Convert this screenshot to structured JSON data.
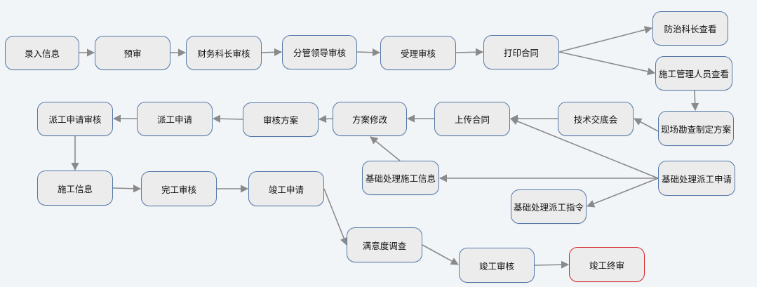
{
  "nodes": {
    "n_input": "录入信息",
    "n_prereview": "预审",
    "n_finance": "财务科长审核",
    "n_leader": "分管领导审核",
    "n_accept": "受理审核",
    "n_print": "打印合同",
    "n_prevention": "防治科长查看",
    "n_construction_mgr": "施工管理人员查看",
    "n_survey": "现场勘查制定方案",
    "n_tech": "技术交底会",
    "n_upload": "上传合同",
    "n_modify": "方案修改",
    "n_review_plan": "审核方案",
    "n_dispatch_apply": "派工申请",
    "n_dispatch_review": "派工申请审核",
    "n_const_info": "施工信息",
    "n_complete_review": "完工审核",
    "n_final_apply": "竣工申请",
    "n_satisfaction": "满意度调查",
    "n_final_review": "竣工审核",
    "n_final_end": "竣工终审",
    "n_base_info": "基础处理施工信息",
    "n_base_apply": "基础处理派工申请",
    "n_base_order": "基础处理派工指令"
  },
  "colors": {
    "node_fill": "#ececec",
    "node_border": "#5578a8",
    "end_border": "#d8232a",
    "edge": "#8a8a8a",
    "background": "#f1f5f8"
  }
}
